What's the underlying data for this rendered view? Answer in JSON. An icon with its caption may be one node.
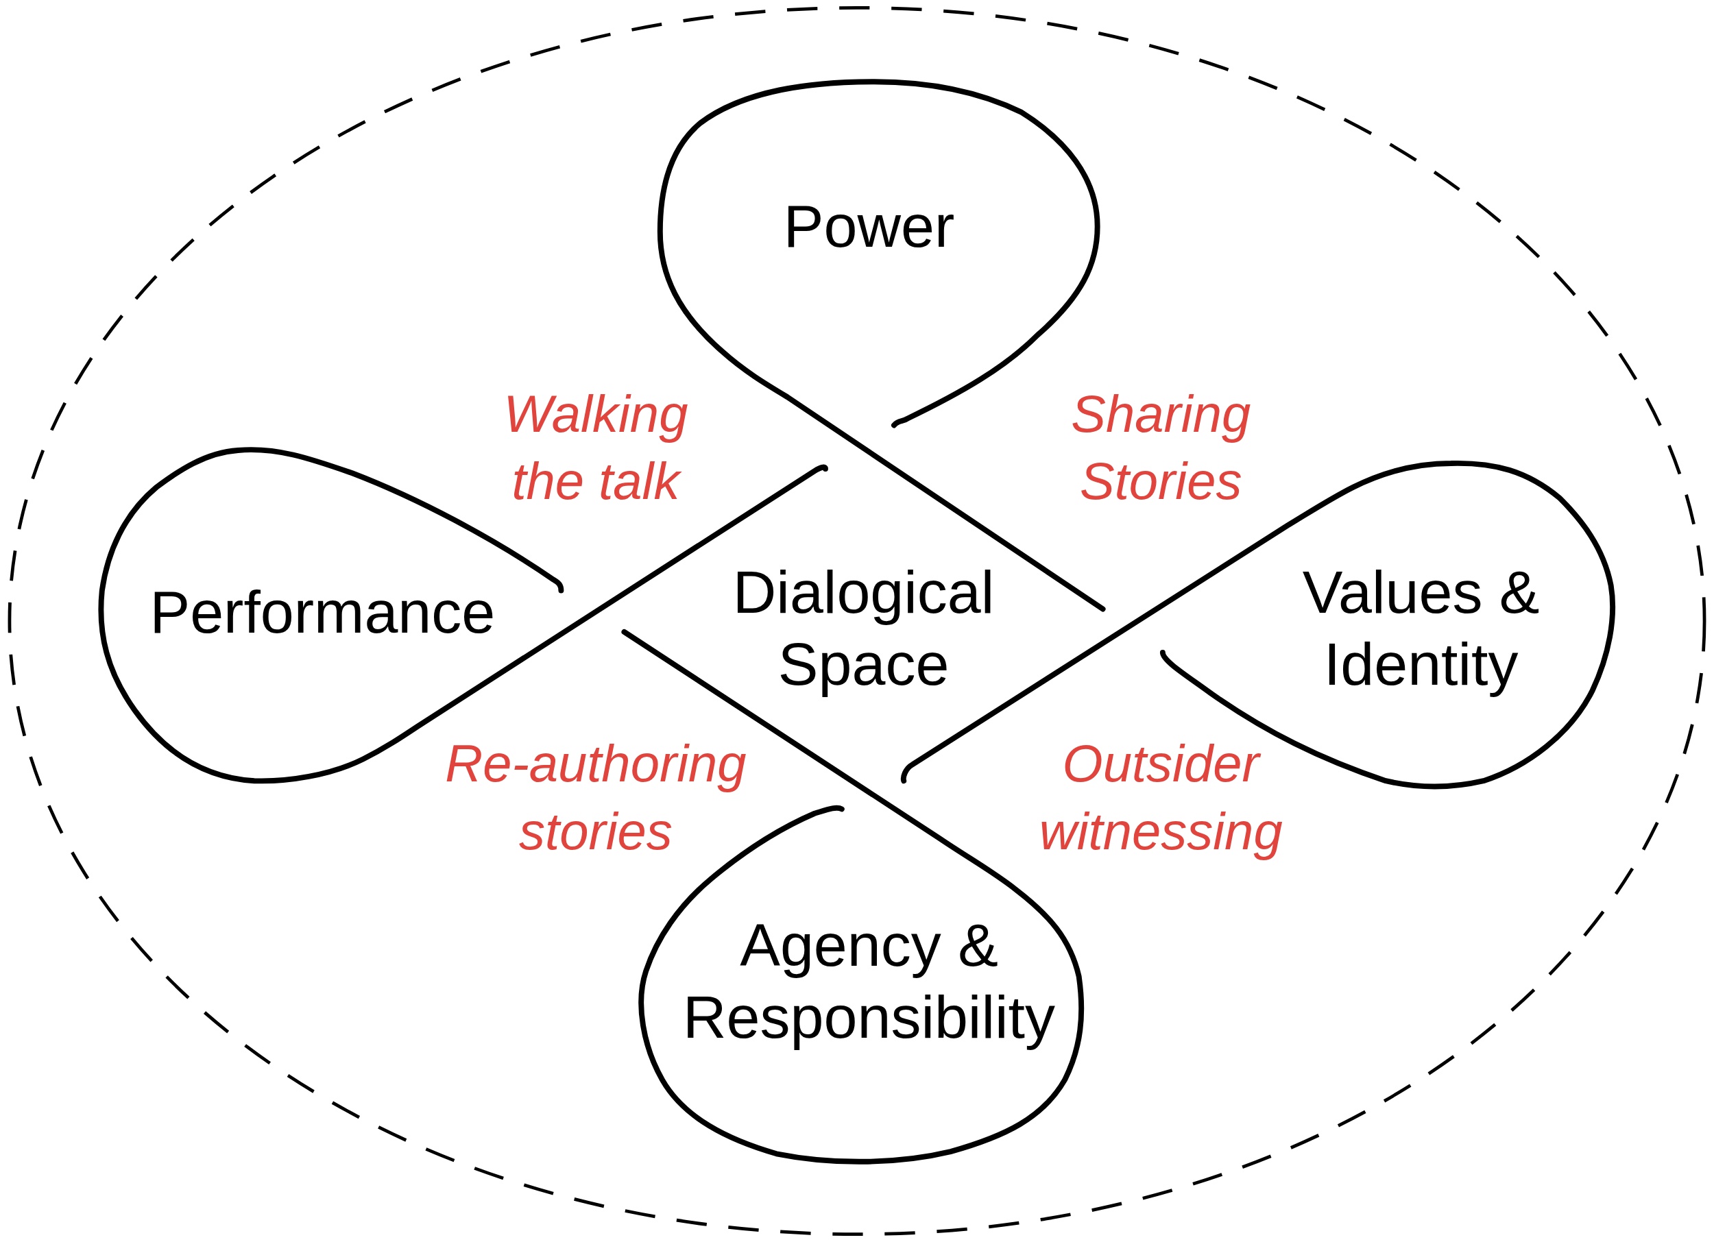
{
  "diagram": {
    "nodes": [
      {
        "text": [],
        "shape": "circle"
      },
      {
        "text": [
          "Power"
        ],
        "in": 0
      },
      {
        "text": [
          "Performance"
        ],
        "in": 0
      },
      {
        "text": [
          "Dialogical Space"
        ],
        "in": 0
      },
      {
        "text": [
          "Values & Identity"
        ],
        "in": 0
      },
      {
        "text": [
          "Agency & Responsibility"
        ],
        "in": 0
      }
    ],
    "labels": [
      "Walking the talk",
      "Sharing Stories",
      "Re-authoring stories",
      "Outsider witnessing"
    ]
  }
}
